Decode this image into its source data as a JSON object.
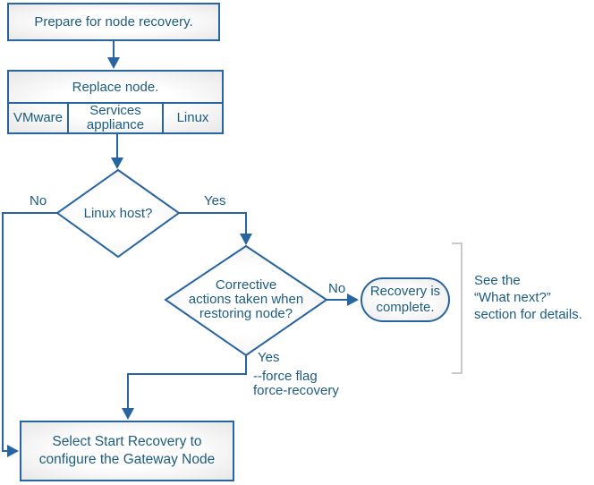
{
  "colors": {
    "line": "#28649f",
    "text": "#1d5c7e",
    "bracket": "#c9c9c9"
  },
  "flow": {
    "prepare_box": "Prepare for node recovery.",
    "replace_table": {
      "header": "Replace node.",
      "cells": [
        "VMware",
        "Services appliance",
        "Linux"
      ]
    },
    "linux_host_decision": {
      "question": "Linux host?",
      "no_label": "No",
      "yes_label": "Yes"
    },
    "corrective_decision": {
      "line1": "Corrective",
      "line2": "actions taken when",
      "line3": "restoring node?",
      "no_label": "No",
      "yes_label": "Yes"
    },
    "recovery_terminal": {
      "line1": "Recovery is",
      "line2": "complete."
    },
    "force_note": {
      "line1": "--force flag",
      "line2": "force-recovery"
    },
    "side_note": {
      "line1": "See the",
      "line2": "“What next?”",
      "line3": "section for details."
    },
    "final_box": {
      "line1": "Select Start Recovery to",
      "line2": "configure the Gateway Node"
    }
  }
}
